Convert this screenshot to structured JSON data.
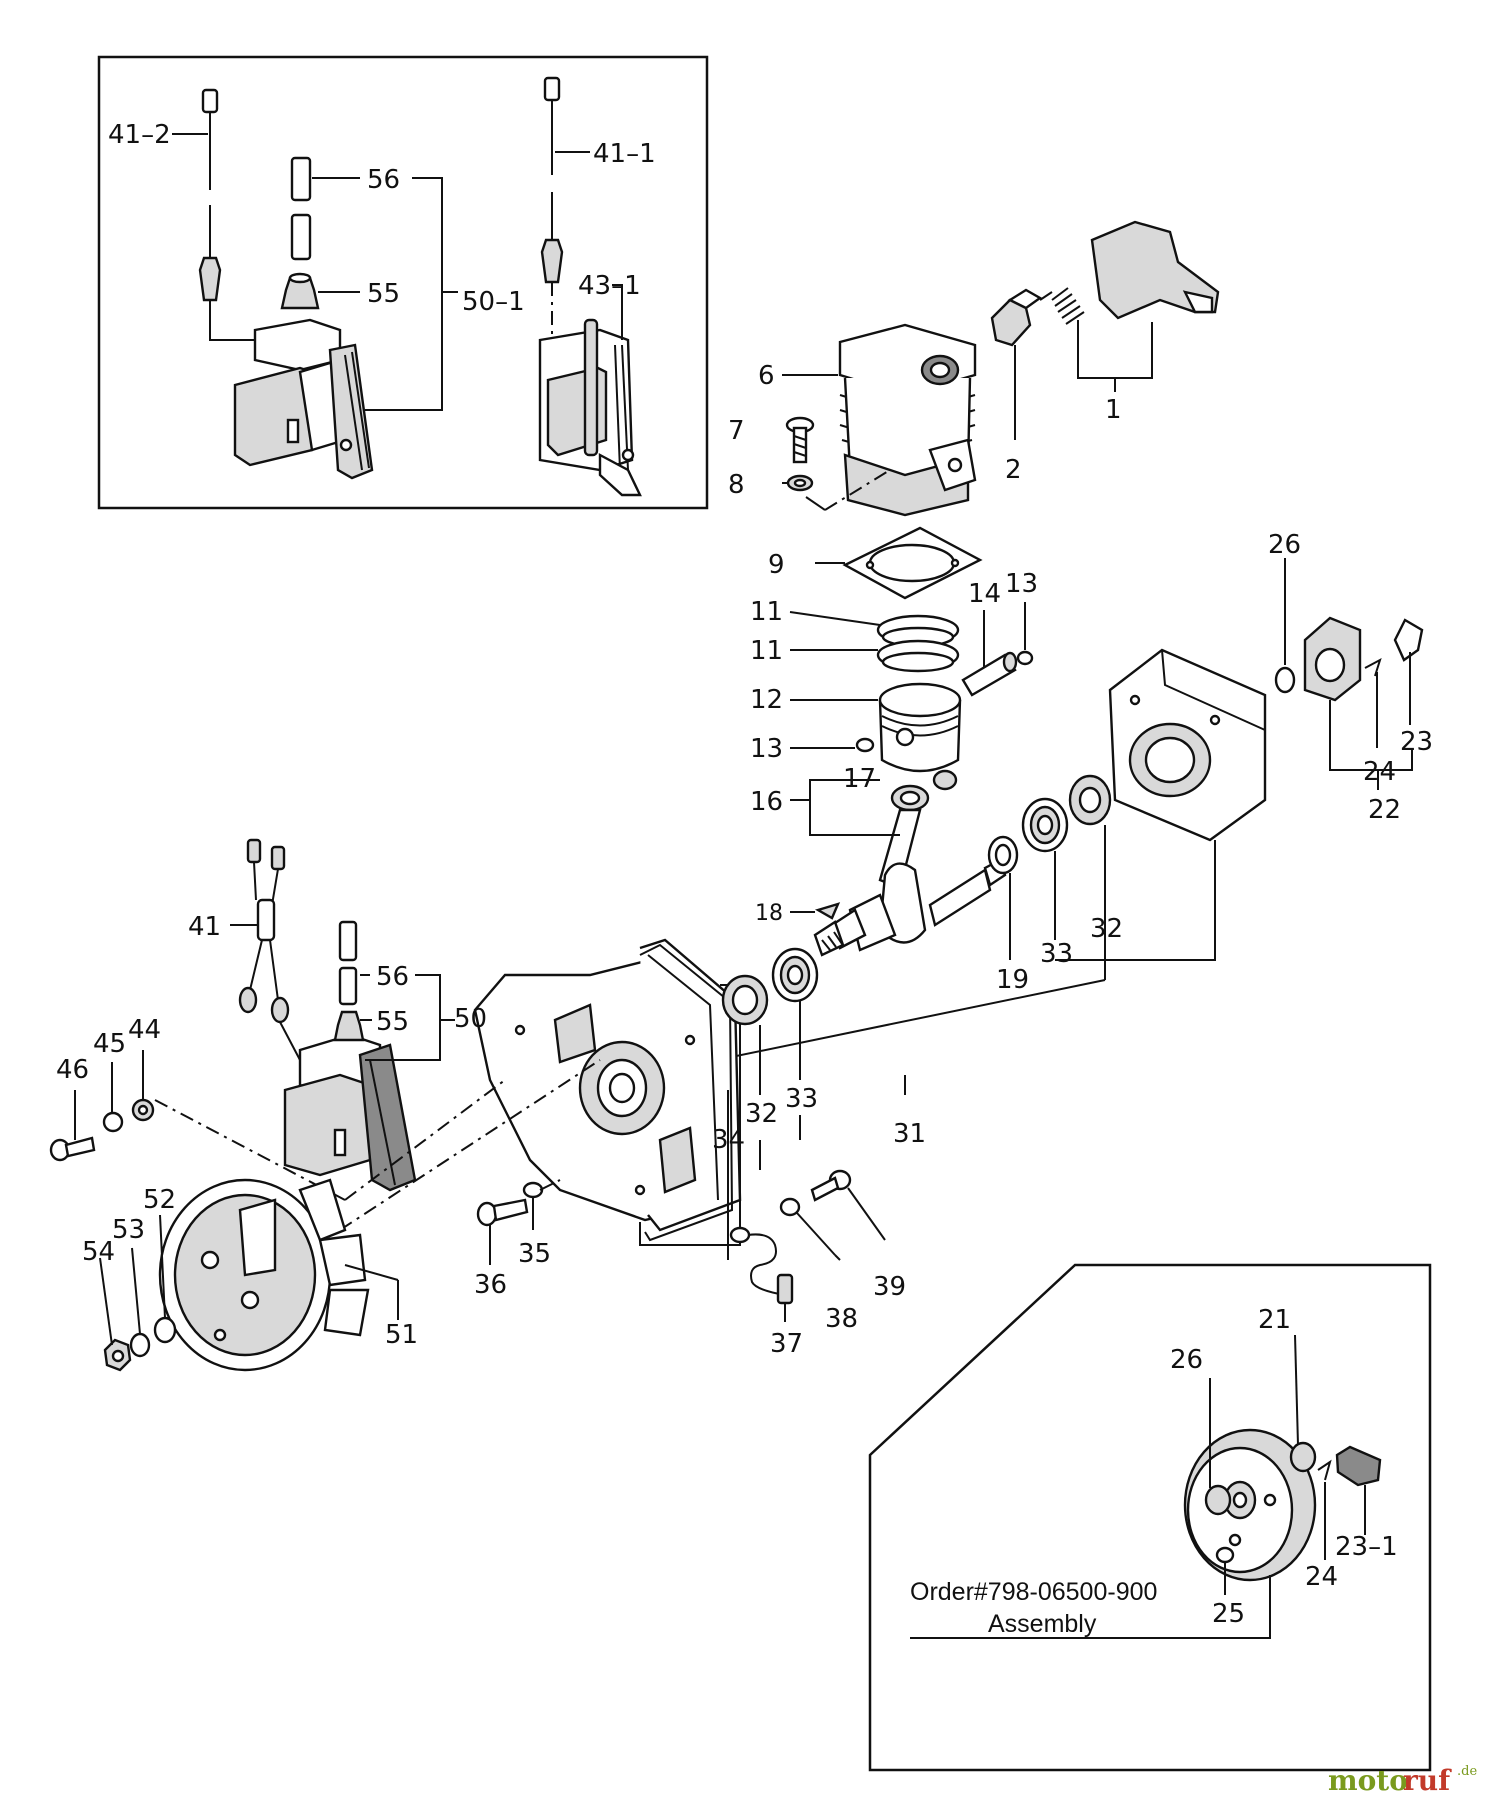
{
  "diagram": {
    "labels": {
      "l1": "1",
      "l2": "2",
      "l6": "6",
      "l7": "7",
      "l8": "8",
      "l9": "9",
      "l11a": "11",
      "l11b": "11",
      "l12": "12",
      "l13a": "13",
      "l13b": "13",
      "l14": "14",
      "l16": "16",
      "l17": "17",
      "l18": "18",
      "l19": "19",
      "l21": "21",
      "l22": "22",
      "l23": "23",
      "l23_1": "23–1",
      "l24a": "24",
      "l24b": "24",
      "l25": "25",
      "l26a": "26",
      "l26b": "26",
      "l31": "31",
      "l32a": "32",
      "l32b": "32",
      "l33a": "33",
      "l33b": "33",
      "l34": "34",
      "l35": "35",
      "l36": "36",
      "l37": "37",
      "l38": "38",
      "l39": "39",
      "l41": "41",
      "l41_1": "41–1",
      "l41_2": "41–2",
      "l43_1": "43–1",
      "l44": "44",
      "l45": "45",
      "l46": "46",
      "l50": "50",
      "l50_1": "50–1",
      "l51": "51",
      "l52": "52",
      "l53": "53",
      "l54": "54",
      "l55a": "55",
      "l55b": "55",
      "l56a": "56",
      "l56b": "56"
    },
    "order_text": "Order#798-06500-900",
    "assembly_text": "Assembly"
  },
  "watermark": {
    "part_a": "moto",
    "part_b": "ruf",
    "suffix": ".de"
  }
}
